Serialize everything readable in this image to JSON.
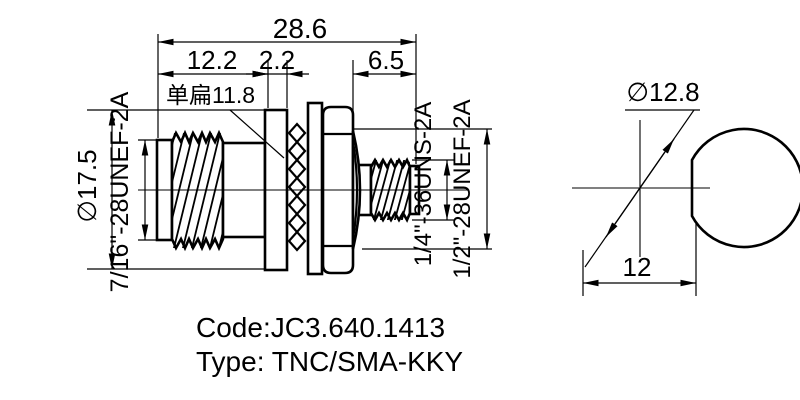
{
  "colors": {
    "line": "#000000",
    "background": "#ffffff"
  },
  "main_view": {
    "dim_overall": "28.6",
    "dim_front": "12.2",
    "dim_flange": "2.2",
    "dim_rear": "6.5",
    "flat_callout": "单扁11.8",
    "dim_body_dia": "∅17.5",
    "thread_front": "7/16\"-28UNEF-2A",
    "thread_rear": "1/4\"-36UNS-2A",
    "thread_mount": "1/2\"-28UNEF-2A"
  },
  "cutout_view": {
    "dim_dia": "∅12.8",
    "dim_flat": "12"
  },
  "footer": {
    "code": "Code:JC3.640.1413",
    "type": "Type: TNC/SMA-KKY"
  }
}
